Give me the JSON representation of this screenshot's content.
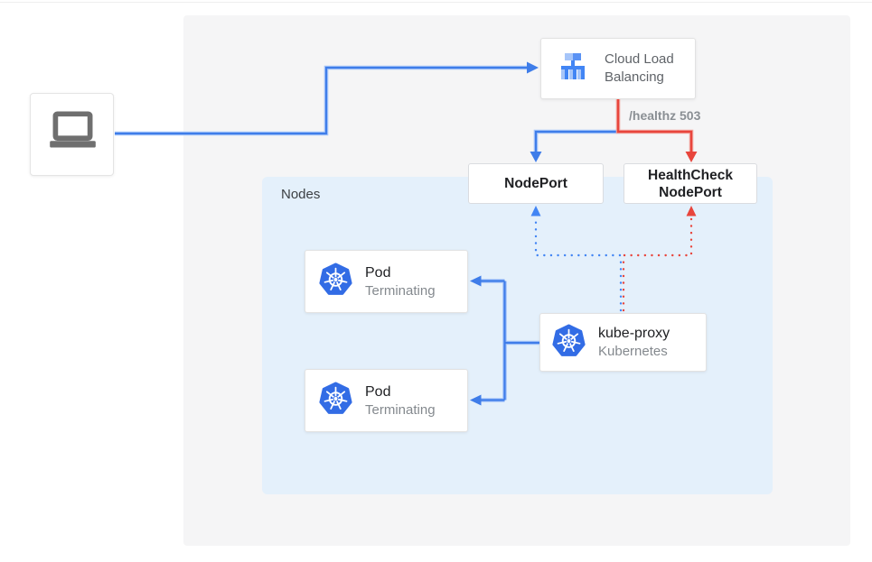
{
  "diagram": {
    "nodes_region": {
      "label": "Nodes"
    },
    "client": {
      "icon": "laptop-icon"
    },
    "cloud_load_balancing": {
      "line1": "Cloud Load",
      "line2": "Balancing",
      "icon": "load-balancer-icon"
    },
    "edge_label": {
      "text": "/healthz 503"
    },
    "nodeport": {
      "label": "NodePort"
    },
    "healthcheck_nodeport": {
      "line1": "HealthCheck",
      "line2": "NodePort"
    },
    "pods": [
      {
        "title": "Pod",
        "subtitle": "Terminating",
        "icon": "kubernetes-icon"
      },
      {
        "title": "Pod",
        "subtitle": "Terminating",
        "icon": "kubernetes-icon"
      }
    ],
    "kube_proxy": {
      "title": "kube-proxy",
      "subtitle": "Kubernetes",
      "icon": "kubernetes-icon"
    },
    "colors": {
      "accent_blue": "#4285F4",
      "accent_red": "#E8453C",
      "kubernetes_blue": "#326CE5",
      "panel_gray": "#F5F5F6",
      "nodes_region_blue": "#E4F0FB",
      "text_dark": "#202124",
      "text_gray": "#84898E"
    }
  }
}
